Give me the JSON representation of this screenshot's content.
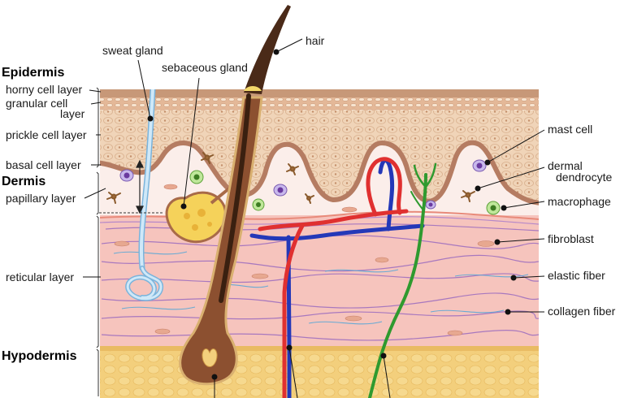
{
  "headers": {
    "epidermis": "Epidermis",
    "dermis": "Dermis",
    "hypodermis": "Hypodermis"
  },
  "labels": {
    "sweat_gland": "sweat gland",
    "sebaceous_gland": "sebaceous gland",
    "hair": "hair",
    "horny_cell_layer": "horny cell layer",
    "granular_cell_line1": "granular cell",
    "granular_cell_line2": "layer",
    "prickle_cell_layer": "prickle cell layer",
    "basal_cell_layer": "basal cell layer",
    "papillary_layer": "papillary layer",
    "reticular_layer": "reticular layer",
    "mast_cell": "mast cell",
    "dermal_dendrocyte_line1": "dermal",
    "dermal_dendrocyte_line2": "dendrocyte",
    "macrophage": "macrophage",
    "fibroblast": "fibroblast",
    "elastic_fiber": "elastic fiber",
    "collagen_fiber": "collagen fiber"
  },
  "colors": {
    "stratum_corneum": "#c79878",
    "epidermis": "#f0d4b8",
    "basal_cells": "#b57c62",
    "dermis": "#f6c4bd",
    "papillary": "#fbeeea",
    "hypodermis": "#f3cf7c",
    "hair": "#4a2a18",
    "artery": "#e03030",
    "vein": "#2438b8",
    "nerve": "#2f9a2f",
    "sweat_duct": "#a8d4f0",
    "sebaceous": "#f5d25a"
  }
}
